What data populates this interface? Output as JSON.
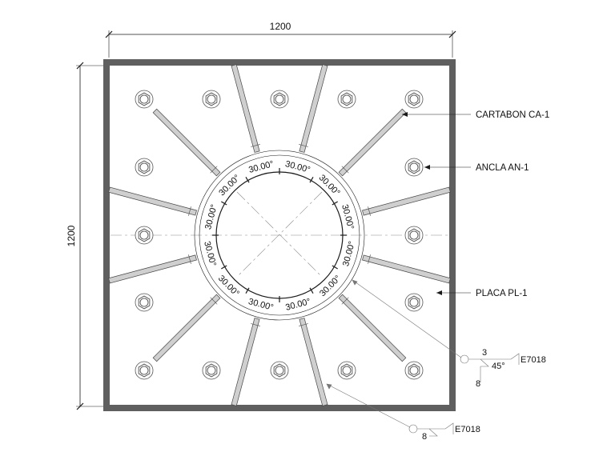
{
  "dimensions": {
    "width": "1200",
    "height": "1200"
  },
  "labels": {
    "cartabon": "CARTABON CA-1",
    "ancla": "ANCLA AN-1",
    "placa": "PLACA PL-1"
  },
  "angle_label": "30.00°",
  "angle_count": 12,
  "weld_top": {
    "size_a": "3",
    "size_b": "8",
    "angle": "45°",
    "electrode": "E7018"
  },
  "weld_bottom": {
    "size": "8",
    "electrode": "E7018"
  },
  "anchor_grid": {
    "rows": 5,
    "cols": 5
  },
  "rib_count": 12,
  "colors": {
    "plate_border": "#5f5f5f",
    "rib_fill": "#cfcfcf",
    "line": "#1a1a1a",
    "leader": "#777777"
  }
}
